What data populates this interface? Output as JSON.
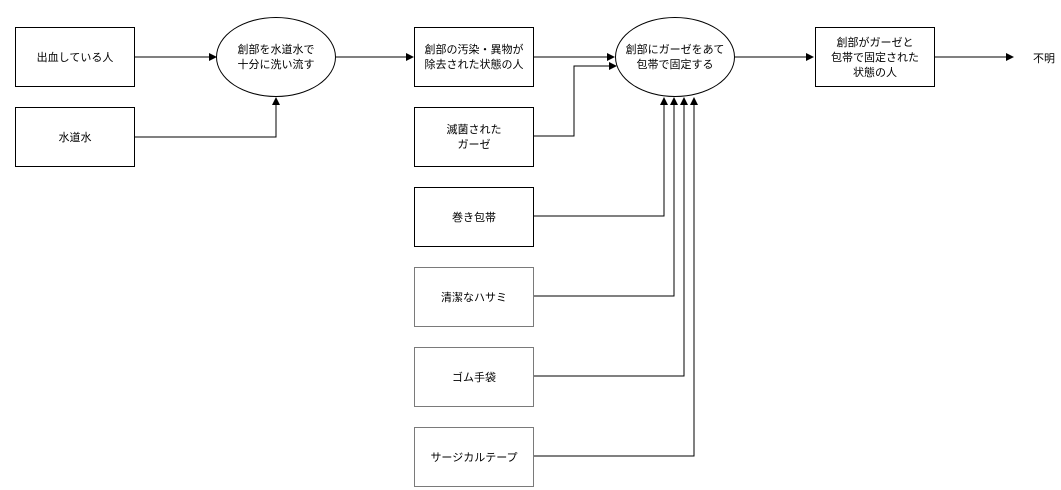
{
  "nodes": {
    "bleeding_person": "出血している人",
    "tap_water": "水道水",
    "wash_wound": "創部を水道水で\n十分に洗い流す",
    "cleaned_wound": "創部の汚染・異物が\n除去された状態の人",
    "sterile_gauze": "滅菌された\nガーゼ",
    "roller_bandage": "巻き包帯",
    "clean_scissors": "清潔なハサミ",
    "rubber_gloves": "ゴム手袋",
    "surgical_tape": "サージカルテープ",
    "apply_gauze": "創部にガーゼをあて\n包帯で固定する",
    "fixed_wound": "創部がガーゼと\n包帯で固定された\n状態の人",
    "unknown": "不明"
  }
}
